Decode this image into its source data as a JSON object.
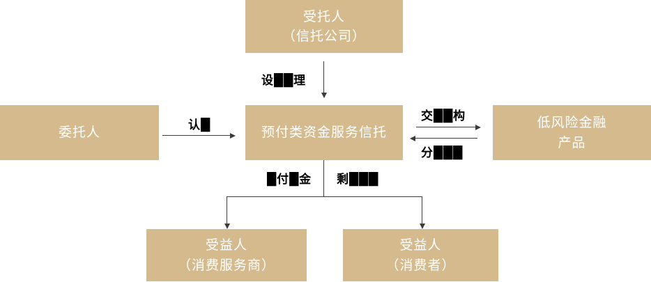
{
  "diagram": {
    "boxes": {
      "trustee": {
        "line1": "受托人",
        "line2": "（信托公司）"
      },
      "settlor": {
        "line1": "委托人",
        "line2": ""
      },
      "trust": {
        "line1": "预付类资金服务信托",
        "line2": ""
      },
      "product": {
        "line1": "低风险金融",
        "line2": "产品"
      },
      "beneficiary_provider": {
        "line1": "受益人",
        "line2": "（消费服务商）"
      },
      "beneficiary_consumer": {
        "line1": "受益人",
        "line2": "（消费者）"
      }
    },
    "edges": {
      "manage": {
        "label": "设██理"
      },
      "subscribe": {
        "label": "认█"
      },
      "invest": {
        "label": "交██构"
      },
      "distribute": {
        "label": "分███"
      },
      "pay": {
        "label": "█付█金"
      },
      "residual": {
        "label": "剩███"
      }
    },
    "colors": {
      "box_fill": "#d5ba8d",
      "box_text": "#ffffff",
      "connector": "#3c3c3c",
      "label_text": "#000000",
      "background": "#ffffff"
    }
  }
}
